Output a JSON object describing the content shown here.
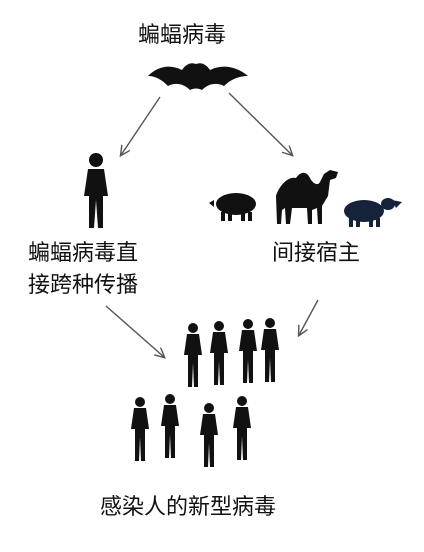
{
  "nodes": {
    "top": "蝙蝠病毒",
    "left_line1": "蝙蝠病毒直",
    "left_line2": "接跨种传播",
    "right": "间接宿主",
    "bottom": "感染人的新型病毒"
  },
  "icons": [
    "bat-icon",
    "person-icon",
    "pig-icon",
    "camel-icon",
    "sheep-icon",
    "people-group-icon"
  ],
  "colors": {
    "silhouette": "#111111",
    "sheep": "#16213a",
    "arrow": "#555555"
  }
}
